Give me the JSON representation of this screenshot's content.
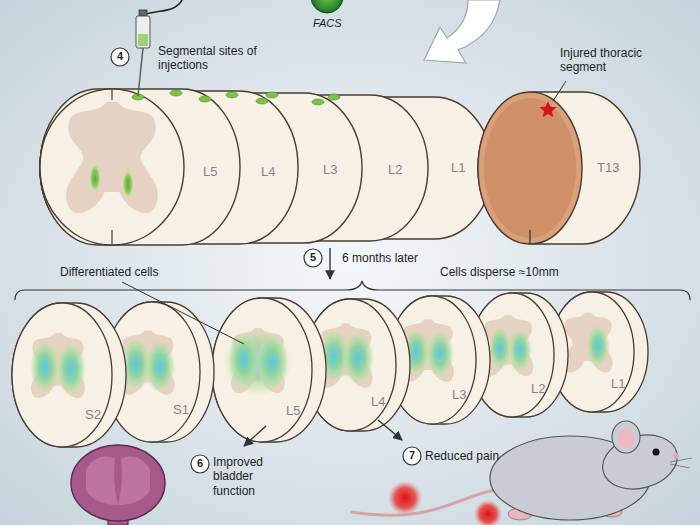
{
  "diagram": {
    "labels": [
      "FACS",
      "4",
      "Segmental sites of injections",
      "Injured thoracic segment",
      "L5",
      "L4",
      "L3",
      "L2",
      "L1",
      "T13",
      "5",
      "6 months later",
      "Differentiated cells",
      "Cells disperse ≈10mm",
      "S2",
      "S1",
      "L5",
      "L4",
      "L3",
      "L2",
      "L1",
      "6",
      "Improved bladder function",
      "7",
      "Reduced pain"
    ]
  }
}
